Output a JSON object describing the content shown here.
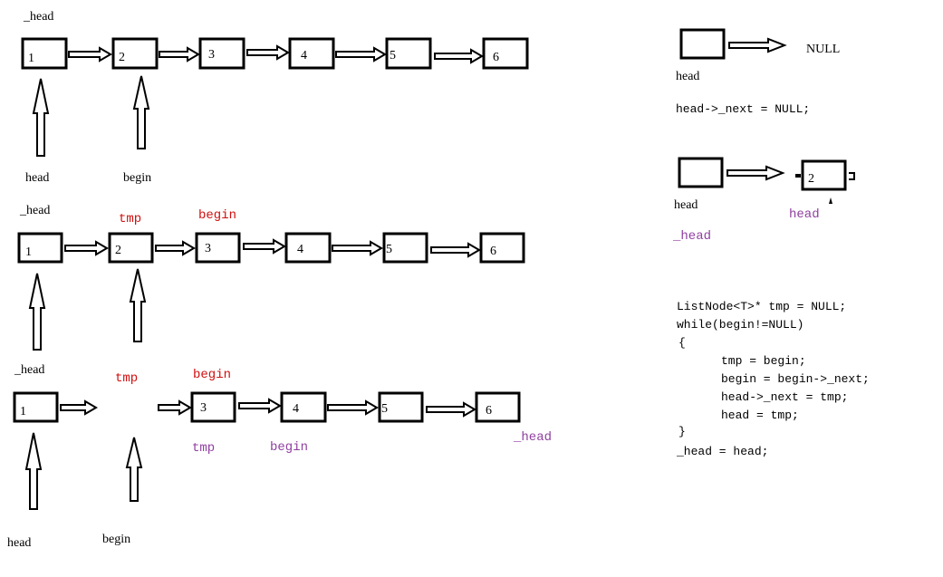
{
  "row1": {
    "head_label_top": "_head",
    "nodes": [
      "1",
      "2",
      "3",
      "4",
      "5",
      "6"
    ],
    "ptr_head": "head",
    "ptr_begin": "begin"
  },
  "row2": {
    "head_label_top": "_head",
    "tmp_label": "tmp",
    "begin_label": "begin",
    "nodes": [
      "1",
      "2",
      "3",
      "4",
      "5",
      "6"
    ]
  },
  "row3": {
    "head_label_top": "_head",
    "tmp_label": "tmp",
    "begin_label": "begin",
    "nodes": [
      "1",
      "3",
      "4",
      "5",
      "6"
    ],
    "under_tmp": "tmp",
    "under_begin": "begin",
    "tail_head": "_head",
    "ptr_head": "head",
    "ptr_begin": "begin"
  },
  "right": {
    "null_text": "NULL",
    "head_label_1": "head",
    "assign_line": "head->_next = NULL;",
    "head_label_2": "head",
    "node_2": "2",
    "purple_head": "head",
    "purple_underhead": "_head",
    "code_lines": [
      "ListNode<T>* tmp = NULL;",
      "while(begin!=NULL)",
      "{",
      "tmp = begin;",
      "begin = begin->_next;",
      "head->_next = tmp;",
      "head = tmp;",
      "}",
      "_head = head;"
    ]
  },
  "colors": {
    "red": "#d01010",
    "purple": "#9040a0"
  }
}
